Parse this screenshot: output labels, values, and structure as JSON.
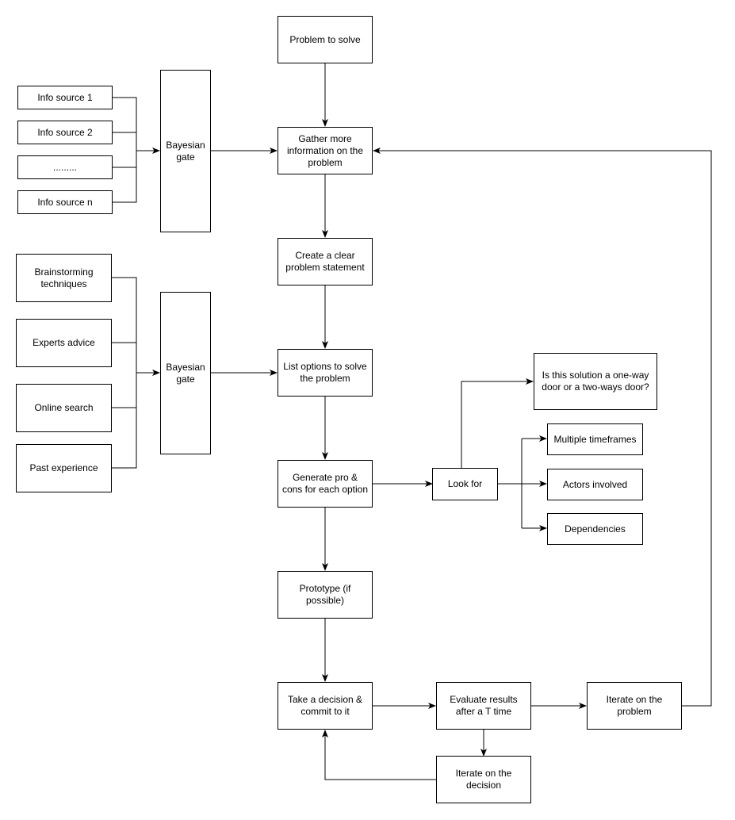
{
  "nodes": {
    "problem": "Problem to solve",
    "gather": "Gather more information on the problem",
    "statement": "Create a clear problem statement",
    "options": "List options to solve the problem",
    "procons": "Generate pro & cons for each option",
    "prototype": "Prototype (if possible)",
    "decision": "Take a decision & commit to it",
    "evaluate": "Evaluate results after a T time",
    "iterate_problem": "Iterate on the problem",
    "iterate_decision": "Iterate on the decision",
    "info1": "Info source 1",
    "info2": "Info source 2",
    "info_dots": ".........",
    "infon": "Info source n",
    "gate1": "Bayesian gate",
    "brainstorm": "Brainstorming techniques",
    "experts": "Experts advice",
    "online": "Online search",
    "past": "Past experience",
    "gate2": "Bayesian gate",
    "lookfor": "Look for",
    "oneway": "Is this solution a one-way door or a two-ways door?",
    "timeframes": "Multiple timeframes",
    "actors": "Actors involved",
    "dependencies": "Dependencies"
  },
  "colors": {
    "stroke": "#000000",
    "fill": "#ffffff"
  }
}
